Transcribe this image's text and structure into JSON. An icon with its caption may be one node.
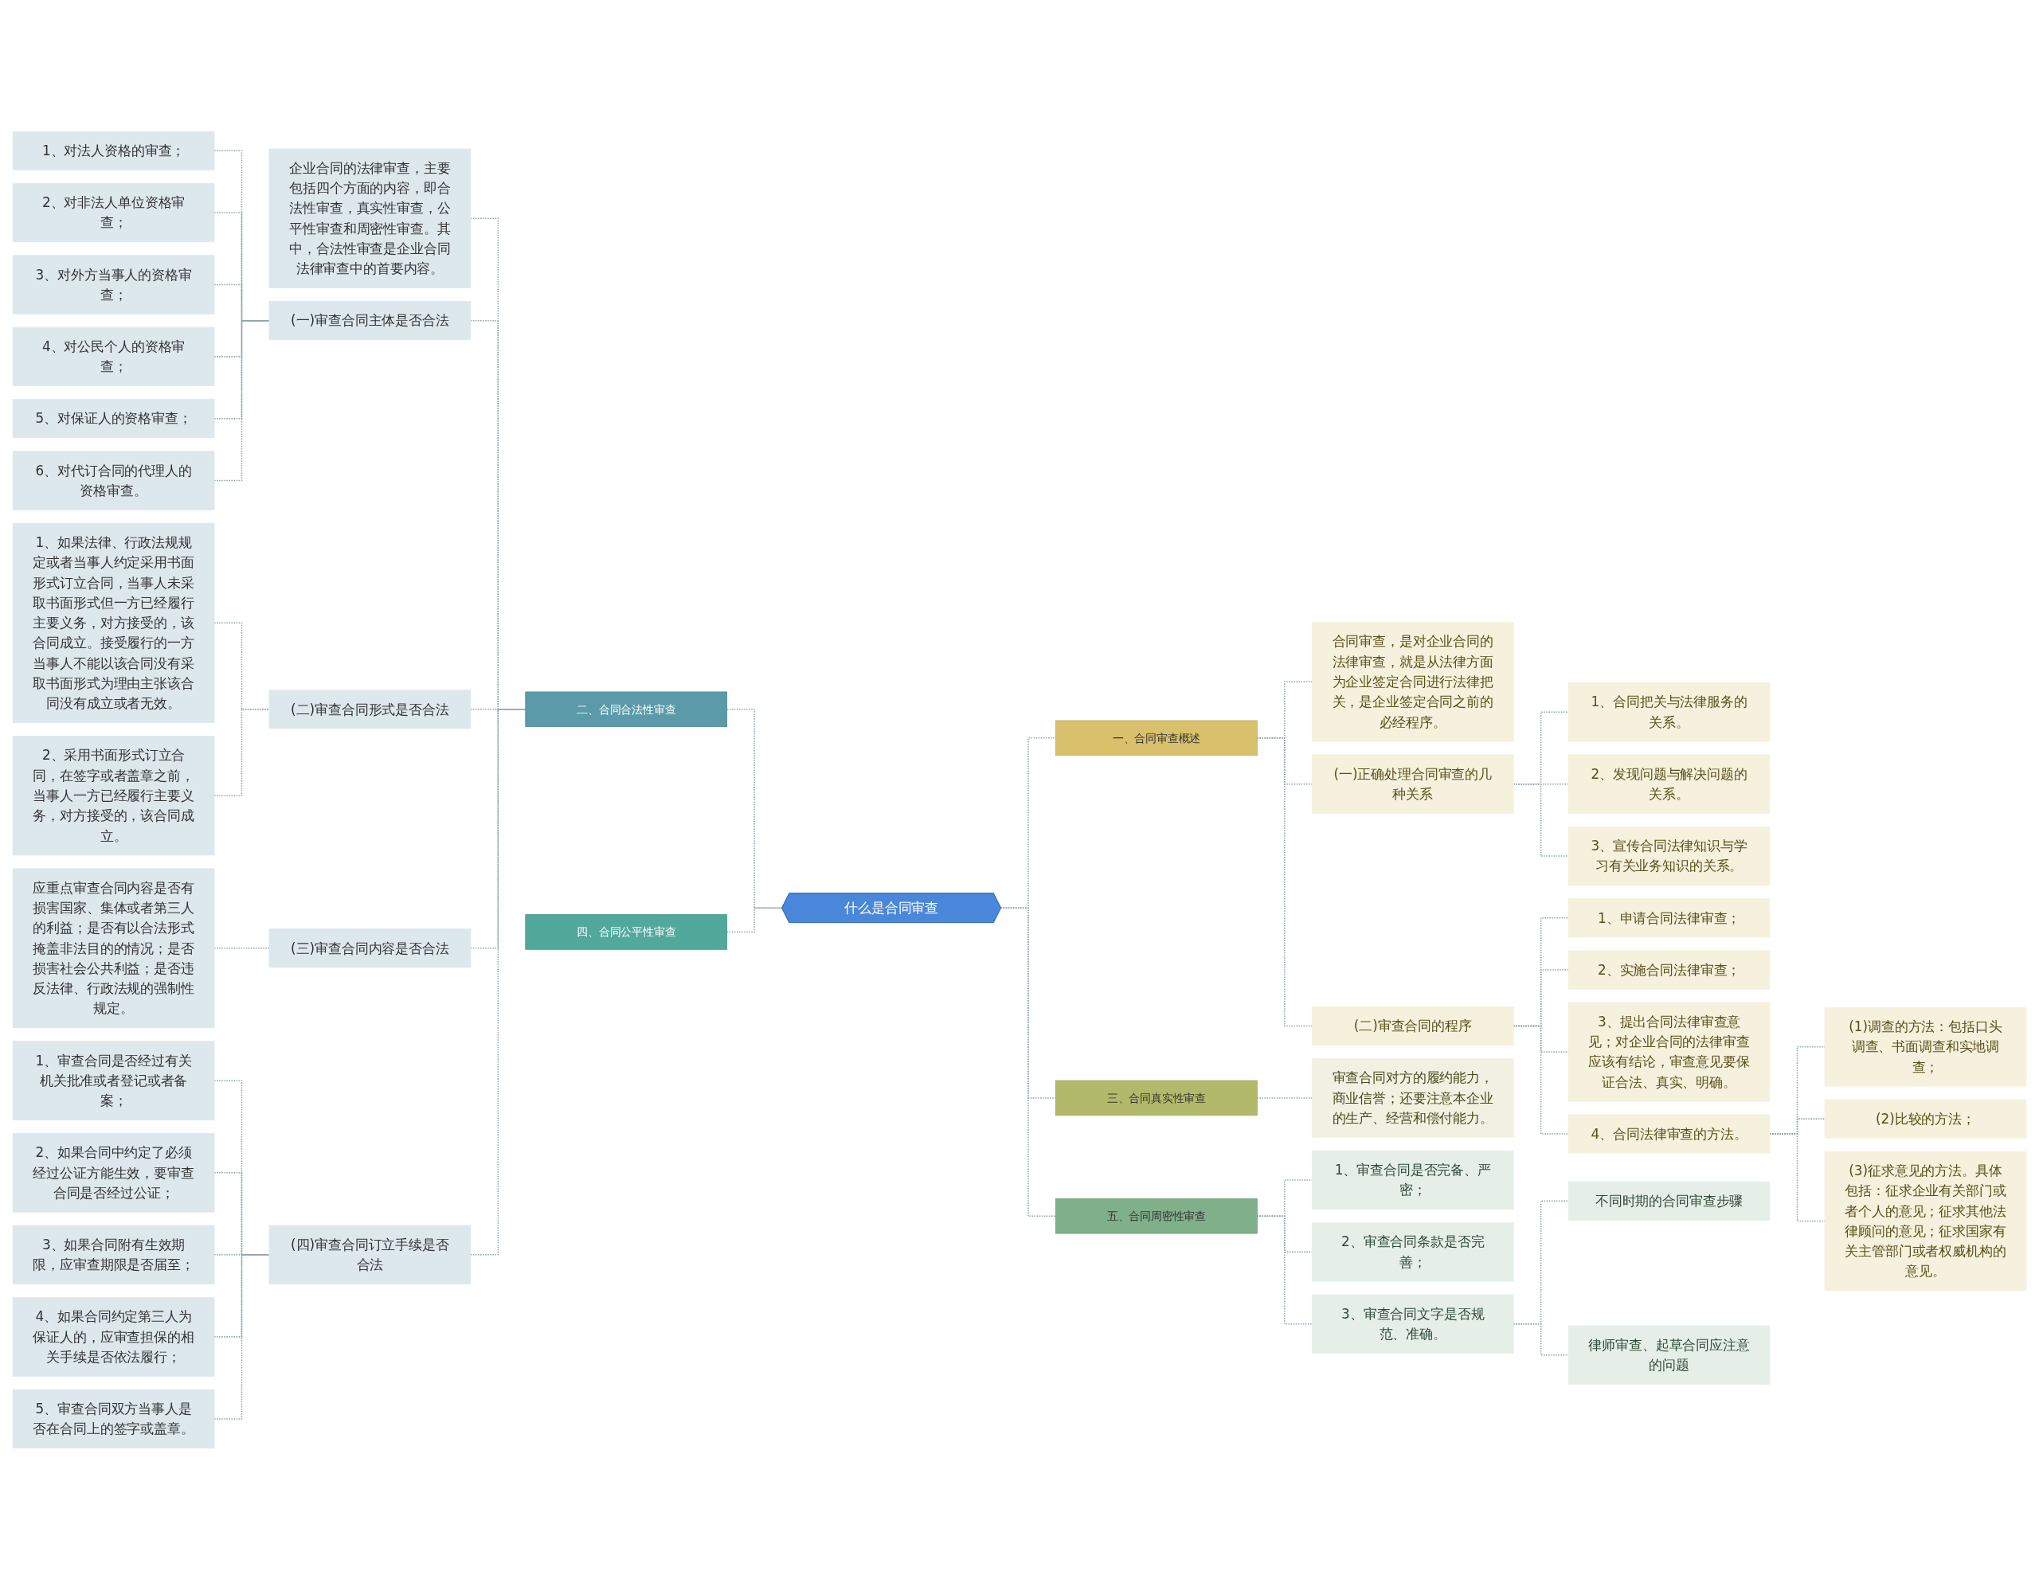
{
  "diagram": {
    "nodes": [
      {
        "text": [
          "什么是合同审查"
        ]
      },
      {
        "text": [
          "二、合同合法性审查"
        ]
      },
      {
        "text": [
          "企业合同的法律审查，主要包括四个方面的内容，即合法性审查，真实性审查，公平性审查和周密性审查。其中，合法性审查是企业合同法律审查中的首要内容。"
        ]
      },
      {
        "text": [
          "(一)审查合同主体是否合法"
        ]
      },
      {
        "text": [
          "1、对法人资格的审查；"
        ]
      },
      {
        "text": [
          "2、对非法人单位资格审查；"
        ]
      },
      {
        "text": [
          "3、对外方当事人的资格审查；"
        ]
      },
      {
        "text": [
          "4、对公民个人的资格审查；"
        ]
      },
      {
        "text": [
          "5、对保证人的资格审查；"
        ]
      },
      {
        "text": [
          "6、对代订合同的代理人的资格审查。"
        ]
      },
      {
        "text": [
          "(二)审查合同形式是否合法"
        ]
      },
      {
        "text": [
          "1、如果法律、行政法规规定或者当事人约定采用书面形式订立合同，当事人未采取书面形式但一方已经履行主要义务，对方接受的，该合同成立。接受履行的一方当事人不能以该合同没有采取书面形式为理由主张该合同没有成立或者无效。"
        ]
      },
      {
        "text": [
          "2、采用书面形式订立合同，在签字或者盖章之前，当事人一方已经履行主要义务，对方接受的，该合同成立。"
        ]
      },
      {
        "text": [
          "(三)审查合同内容是否合法"
        ]
      },
      {
        "text": [
          "应重点审查合同内容是否有损害国家、集体或者第三人的利益；是否有以合法形式掩盖非法目的的情况；是否损害社会公共利益；是否违反法律、行政法规的强制性规定。"
        ]
      },
      {
        "text": [
          "(四)审查合同订立手续是否合法"
        ]
      },
      {
        "text": [
          "1、审查合同是否经过有关机关批准或者登记或者备案；"
        ]
      },
      {
        "text": [
          "2、如果合同中约定了必须经过公证方能生效，要审查合同是否经过公证；"
        ]
      },
      {
        "text": [
          "3、如果合同附有生效期限，应审查期限是否届至；"
        ]
      },
      {
        "text": [
          "4、如果合同约定第三人为保证人的，应审查担保的相关手续是否依法履行；"
        ]
      },
      {
        "text": [
          "5、审查合同双方当事人是否在合同上的签字或盖章。"
        ]
      },
      {
        "text": [
          "四、合同公平性审查"
        ]
      },
      {
        "text": [
          "一、合同审查概述"
        ]
      },
      {
        "text": [
          "合同审查，是对企业合同的法律审查，就是从法律方面为企业签定合同进行法律把关，是企业签定合同之前的必经程序。"
        ]
      },
      {
        "text": [
          "(一)正确处理合同审查的几种关系"
        ]
      },
      {
        "text": [
          "1、合同把关与法律服务的关系。"
        ]
      },
      {
        "text": [
          "2、发现问题与解决问题的关系。"
        ]
      },
      {
        "text": [
          "3、宣传合同法律知识与学习有关业务知识的关系。"
        ]
      },
      {
        "text": [
          "(二)审查合同的程序"
        ]
      },
      {
        "text": [
          "1、申请合同法律审查；"
        ]
      },
      {
        "text": [
          "2、实施合同法律审查；"
        ]
      },
      {
        "text": [
          "3、提出合同法律审查意见；对企业合同的法律审查应该有结论，审查意见要保证合法、真实、明确。"
        ]
      },
      {
        "text": [
          "4、合同法律审查的方法。"
        ]
      },
      {
        "text": [
          "(1)调查的方法：包括口头调查、书面调查和实地调查；"
        ]
      },
      {
        "text": [
          "(2)比较的方法；"
        ]
      },
      {
        "text": [
          "(3)征求意见的方法。具体包括：征求企业有关部门或者个人的意见；征求其他法律顾问的意见；征求国家有关主管部门或者权威机构的意见。"
        ]
      },
      {
        "text": [
          "三、合同真实性审查"
        ]
      },
      {
        "text": [
          "审查合同对方的履约能力，商业信誉；还要注意本企业的生产、经营和偿付能力。"
        ]
      },
      {
        "text": [
          "五、合同周密性审查"
        ]
      },
      {
        "text": [
          "1、审查合同是否完备、严密；"
        ]
      },
      {
        "text": [
          "2、审查合同条款是否完善；"
        ]
      },
      {
        "text": [
          "3、审查合同文字是否规范、准确。"
        ]
      },
      {
        "text": [
          "不同时期的合同审查步骤"
        ]
      },
      {
        "text": [
          "律师审查、起草合同应注意的问题"
        ]
      }
    ],
    "edges": [
      {
        "from": 1,
        "to": 0,
        "arrow": "none",
        "style": "dashed"
      },
      {
        "from": 2,
        "to": 1,
        "arrow": "none",
        "style": "dashed"
      },
      {
        "from": 3,
        "to": 1,
        "arrow": "none",
        "style": "dashed"
      },
      {
        "from": 4,
        "to": 3,
        "arrow": "none",
        "style": "dashed"
      },
      {
        "from": 5,
        "to": 3,
        "arrow": "none",
        "style": "dashed"
      },
      {
        "from": 6,
        "to": 3,
        "arrow": "none",
        "style": "dashed"
      },
      {
        "from": 7,
        "to": 3,
        "arrow": "none",
        "style": "dashed"
      },
      {
        "from": 8,
        "to": 3,
        "arrow": "none",
        "style": "dashed"
      },
      {
        "from": 9,
        "to": 3,
        "arrow": "none",
        "style": "dashed"
      },
      {
        "from": 10,
        "to": 1,
        "arrow": "none",
        "style": "dashed"
      },
      {
        "from": 11,
        "to": 10,
        "arrow": "none",
        "style": "dashed"
      },
      {
        "from": 12,
        "to": 10,
        "arrow": "none",
        "style": "dashed"
      },
      {
        "from": 13,
        "to": 1,
        "arrow": "none",
        "style": "dashed"
      },
      {
        "from": 14,
        "to": 13,
        "arrow": "none",
        "style": "dashed"
      },
      {
        "from": 15,
        "to": 1,
        "arrow": "none",
        "style": "dashed"
      },
      {
        "from": 16,
        "to": 15,
        "arrow": "none",
        "style": "dashed"
      },
      {
        "from": 17,
        "to": 15,
        "arrow": "none",
        "style": "dashed"
      },
      {
        "from": 18,
        "to": 15,
        "arrow": "none",
        "style": "dashed"
      },
      {
        "from": 19,
        "to": 15,
        "arrow": "none",
        "style": "dashed"
      },
      {
        "from": 20,
        "to": 15,
        "arrow": "none",
        "style": "dashed"
      },
      {
        "from": 21,
        "to": 0,
        "arrow": "none",
        "style": "dashed"
      },
      {
        "from": 0,
        "to": 22,
        "arrow": "none",
        "style": "dashed"
      },
      {
        "from": 22,
        "to": 23,
        "arrow": "none",
        "style": "dashed"
      },
      {
        "from": 22,
        "to": 24,
        "arrow": "none",
        "style": "dashed"
      },
      {
        "from": 24,
        "to": 25,
        "arrow": "none",
        "style": "dashed"
      },
      {
        "from": 24,
        "to": 26,
        "arrow": "none",
        "style": "dashed"
      },
      {
        "from": 24,
        "to": 27,
        "arrow": "none",
        "style": "dashed"
      },
      {
        "from": 22,
        "to": 28,
        "arrow": "none",
        "style": "dashed"
      },
      {
        "from": 28,
        "to": 29,
        "arrow": "none",
        "style": "dashed"
      },
      {
        "from": 28,
        "to": 30,
        "arrow": "none",
        "style": "dashed"
      },
      {
        "from": 28,
        "to": 31,
        "arrow": "none",
        "style": "dashed"
      },
      {
        "from": 28,
        "to": 32,
        "arrow": "none",
        "style": "dashed"
      },
      {
        "from": 32,
        "to": 33,
        "arrow": "none",
        "style": "dashed"
      },
      {
        "from": 32,
        "to": 34,
        "arrow": "none",
        "style": "dashed"
      },
      {
        "from": 32,
        "to": 35,
        "arrow": "none",
        "style": "dashed"
      },
      {
        "from": 0,
        "to": 36,
        "arrow": "none",
        "style": "dashed"
      },
      {
        "from": 36,
        "to": 37,
        "arrow": "none",
        "style": "dashed"
      },
      {
        "from": 0,
        "to": 38,
        "arrow": "none",
        "style": "dashed"
      },
      {
        "from": 38,
        "to": 39,
        "arrow": "none",
        "style": "dashed"
      },
      {
        "from": 38,
        "to": 40,
        "arrow": "none",
        "style": "dashed"
      },
      {
        "from": 38,
        "to": 41,
        "arrow": "none",
        "style": "dashed"
      },
      {
        "from": 41,
        "to": 42,
        "arrow": "none",
        "style": "dashed"
      },
      {
        "from": 41,
        "to": 43,
        "arrow": "none",
        "style": "dashed"
      }
    ]
  }
}
